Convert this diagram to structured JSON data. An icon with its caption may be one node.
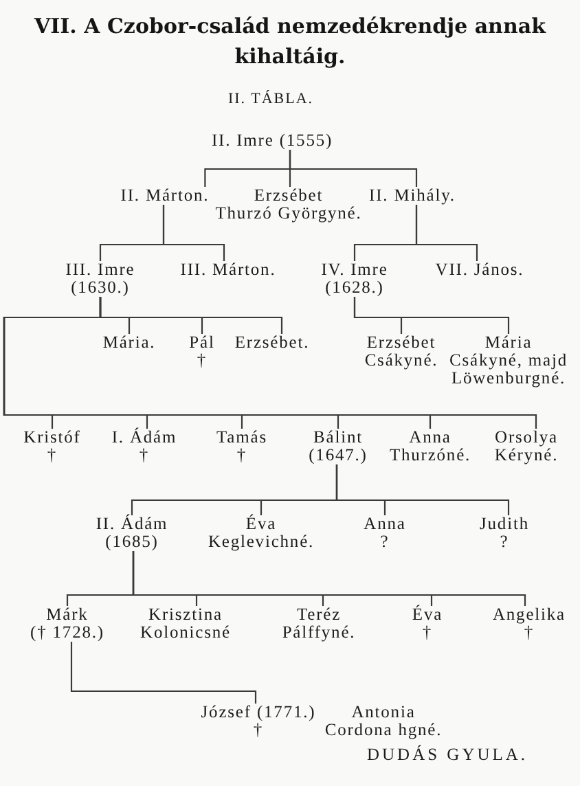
{
  "diagram": {
    "title": "VII. A Czobor-család nemzedékrendje annak kihaltáig.",
    "nodes": [
      {
        "text": [
          "II. Imre (1555)"
        ]
      },
      {
        "text": [
          "II. Márton."
        ]
      },
      {
        "text": [
          "Erzsébet",
          "Thurzó Györgyné."
        ]
      },
      {
        "text": [
          "II. Mihály."
        ]
      },
      {
        "text": [
          "III. Imre",
          "(1630.)"
        ]
      },
      {
        "text": [
          "III. Márton."
        ]
      },
      {
        "text": [
          "IV. Imre",
          "(1628.)"
        ]
      },
      {
        "text": [
          "VII. János."
        ]
      },
      {
        "text": [
          "Mária."
        ]
      },
      {
        "text": [
          "Pál",
          "†"
        ]
      },
      {
        "text": [
          "Erzsébet."
        ]
      },
      {
        "text": [
          "Erzsébet",
          "Csákyné."
        ]
      },
      {
        "text": [
          "Mária",
          "Csákyné, majd Löwenburgné."
        ]
      },
      {
        "text": [
          "Kristóf",
          "†"
        ]
      },
      {
        "text": [
          "I. Ádám",
          "†"
        ]
      },
      {
        "text": [
          "Tamás",
          "†"
        ]
      },
      {
        "text": [
          "Bálint",
          "(1647.)"
        ]
      },
      {
        "text": [
          "Anna",
          "Thurzóné."
        ]
      },
      {
        "text": [
          "Orsolya",
          "Kéryné."
        ]
      },
      {
        "text": [
          "II. Ádám",
          "(1685)"
        ]
      },
      {
        "text": [
          "Éva",
          "Keglevichné."
        ]
      },
      {
        "text": [
          "Anna",
          "?"
        ]
      },
      {
        "text": [
          "Judith",
          "?"
        ]
      },
      {
        "text": [
          "Márk",
          "(† 1728.)"
        ]
      },
      {
        "text": [
          "Krisztina",
          "Kolonicsné"
        ]
      },
      {
        "text": [
          "Teréz",
          "Pálffyné."
        ]
      },
      {
        "text": [
          "Éva",
          "†"
        ]
      },
      {
        "text": [
          "Angelika",
          "†"
        ]
      },
      {
        "text": [
          "József (1771.)",
          "†"
        ],
        "beside": [
          "Antonia Cordona hgné."
        ]
      }
    ],
    "edges": [
      {
        "from": 0,
        "to": 1,
        "arrow": "none"
      },
      {
        "from": 0,
        "to": 2,
        "arrow": "none"
      },
      {
        "from": 0,
        "to": 3,
        "arrow": "none"
      },
      {
        "from": 1,
        "to": 4,
        "arrow": "none"
      },
      {
        "from": 1,
        "to": 5,
        "arrow": "none"
      },
      {
        "from": 3,
        "to": 6,
        "arrow": "none"
      },
      {
        "from": 3,
        "to": 7,
        "arrow": "none"
      },
      {
        "from": 4,
        "to": 8,
        "arrow": "none"
      },
      {
        "from": 4,
        "to": 9,
        "arrow": "none"
      },
      {
        "from": 4,
        "to": 10,
        "arrow": "none"
      },
      {
        "from": 4,
        "to": 13,
        "arrow": "none"
      },
      {
        "from": 4,
        "to": 14,
        "arrow": "none"
      },
      {
        "from": 4,
        "to": 15,
        "arrow": "none"
      },
      {
        "from": 4,
        "to": 16,
        "arrow": "none"
      },
      {
        "from": 4,
        "to": 17,
        "arrow": "none"
      },
      {
        "from": 4,
        "to": 18,
        "arrow": "none"
      },
      {
        "from": 6,
        "to": 11,
        "arrow": "none"
      },
      {
        "from": 6,
        "to": 12,
        "arrow": "none"
      },
      {
        "from": 16,
        "to": 19,
        "arrow": "none"
      },
      {
        "from": 16,
        "to": 20,
        "arrow": "none"
      },
      {
        "from": 16,
        "to": 21,
        "arrow": "none"
      },
      {
        "from": 16,
        "to": 22,
        "arrow": "none"
      },
      {
        "from": 19,
        "to": 23,
        "arrow": "none"
      },
      {
        "from": 19,
        "to": 24,
        "arrow": "none"
      },
      {
        "from": 19,
        "to": 25,
        "arrow": "none"
      },
      {
        "from": 19,
        "to": 26,
        "arrow": "none"
      },
      {
        "from": 19,
        "to": 27,
        "arrow": "none"
      },
      {
        "from": 23,
        "to": 28,
        "arrow": "none"
      }
    ],
    "labels": [
      "II. TÁBLA.",
      "DUDÁS GYULA."
    ]
  }
}
